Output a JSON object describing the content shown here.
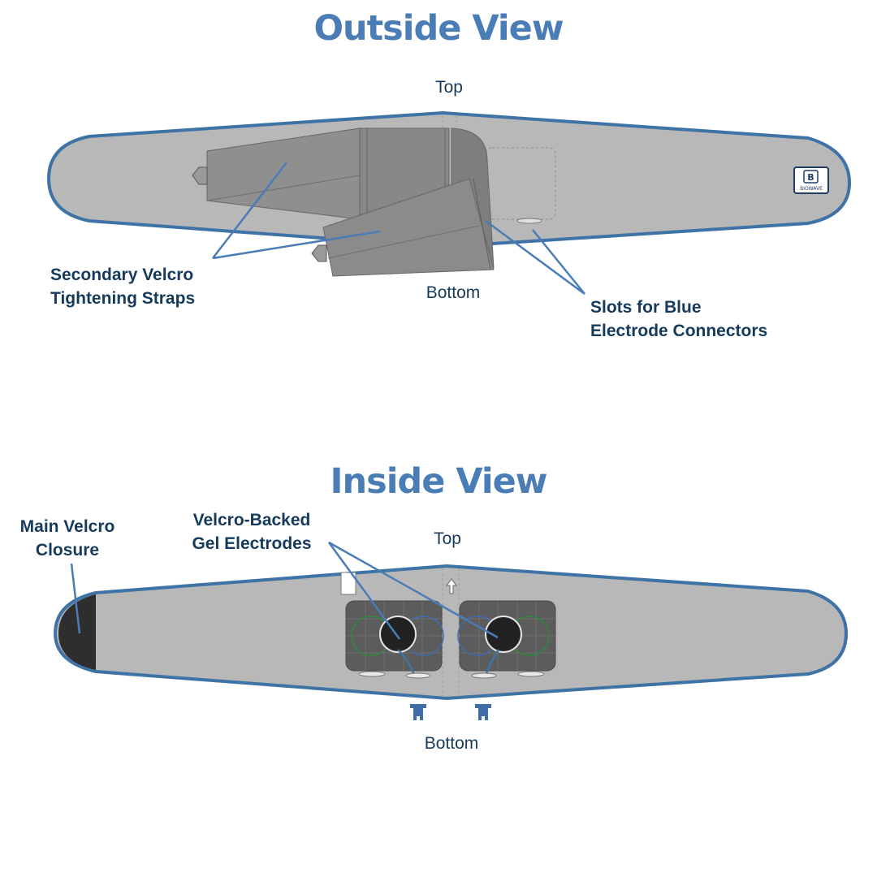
{
  "outside_view": {
    "title": "Outside View",
    "top_label": "Top",
    "bottom_label": "Bottom",
    "callout_straps": {
      "line1": "Secondary Velcro",
      "line2": "Tightening Straps"
    },
    "callout_slots": {
      "line1": "Slots for Blue",
      "line2": "Electrode Connectors"
    },
    "logo_letter": "B",
    "logo_text": "BIOWAVE"
  },
  "inside_view": {
    "title": "Inside View",
    "top_label": "Top",
    "bottom_label": "Bottom",
    "callout_closure": {
      "line1": "Main Velcro",
      "line2": "Closure"
    },
    "callout_electrodes": {
      "line1": "Velcro-Backed",
      "line2": "Gel Electrodes"
    }
  },
  "colors": {
    "title": "#4a7db5",
    "label": "#163a5c",
    "belt_fill": "#b8b8b8",
    "belt_edge": "#3f73a6",
    "strap": "#8a8a8a",
    "electrode_pad": "#5c5c5c",
    "closure": "#2e2e2e",
    "leader_line": "#4a7db5"
  }
}
